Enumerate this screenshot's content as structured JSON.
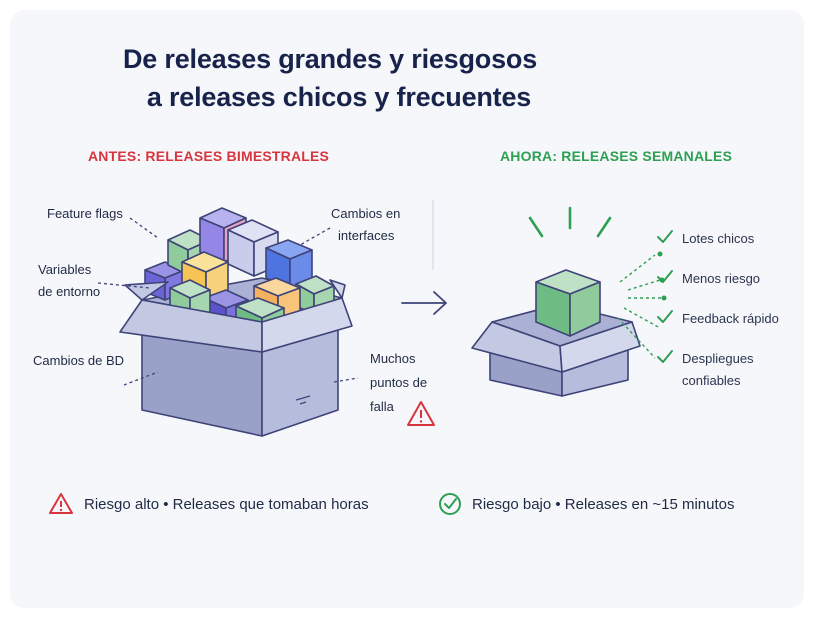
{
  "title": {
    "line1": "De releases grandes y riesgosos",
    "line2": "a releases chicos y frecuentes"
  },
  "colors": {
    "before_accent": "#d8363e",
    "after_accent": "#2ea052",
    "box_stroke": "#3e4478"
  },
  "before": {
    "heading": "ANTES: RELEASES BIMESTRALES",
    "labels": {
      "feature_flags": "Feature flags",
      "interfaces_line1": "Cambios en",
      "interfaces_line2": "interfaces",
      "variables_line1": "Variables",
      "variables_line2": "de entorno",
      "db_changes": "Cambios de BD",
      "failure_line1": "Muchos",
      "failure_line2": "puntos de",
      "failure_line3": "falla"
    },
    "footer": "Riesgo alto • Releases que tomaban horas",
    "footer_icon": "warning-triangle-icon"
  },
  "after": {
    "heading": "AHORA: RELEASES SEMANALES",
    "benefits": [
      {
        "line1": "Lotes chicos",
        "line2": ""
      },
      {
        "line1": "Menos riesgo",
        "line2": ""
      },
      {
        "line1": "Feedback rápido",
        "line2": ""
      },
      {
        "line1": "Despliegues",
        "line2": "confiables"
      }
    ],
    "footer": "Riesgo bajo • Releases en ~15 minutos",
    "footer_icon": "check-circle-icon"
  },
  "transition_icon": "arrow-right-icon"
}
